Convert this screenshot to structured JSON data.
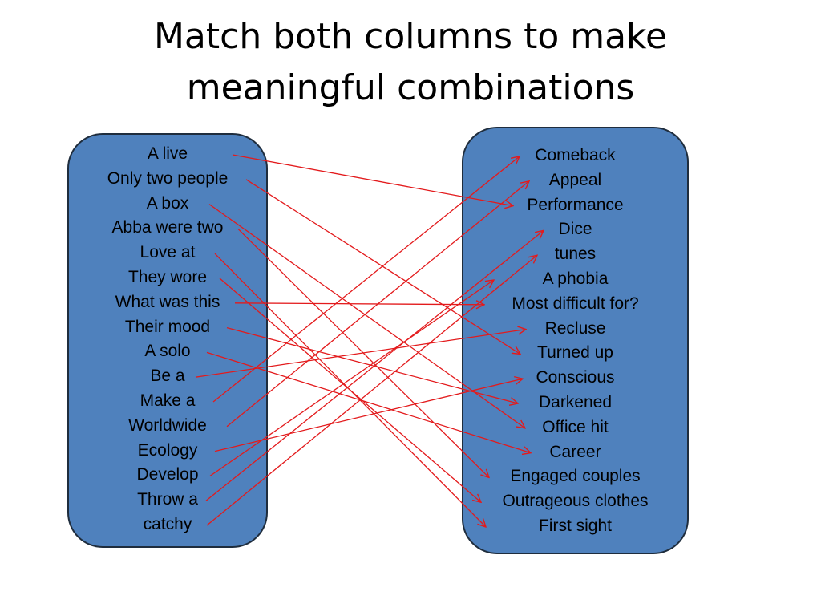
{
  "slide": {
    "title_lines": [
      "Match both columns to make",
      "meaningful combinations"
    ]
  },
  "left_column": {
    "items": [
      "A live",
      "Only two people",
      "A box",
      "Abba were two",
      "Love at",
      "They wore",
      "What was this",
      "Their mood",
      "A solo",
      "Be a",
      "Make a",
      "Worldwide",
      "Ecology",
      "Develop",
      "Throw a",
      "catchy"
    ]
  },
  "right_column": {
    "items": [
      "Comeback",
      "Appeal",
      "Performance",
      "Dice",
      "tunes",
      "A phobia",
      "Most difficult for?",
      "Recluse",
      "Turned up",
      "Conscious",
      "Darkened",
      "Office hit",
      "Career",
      "Engaged couples",
      "Outrageous clothes",
      "First sight"
    ]
  },
  "connections": [
    {
      "from": "A live",
      "to": "Performance"
    },
    {
      "from": "Only two people",
      "to": "Turned up"
    },
    {
      "from": "A box",
      "to": "Office hit"
    },
    {
      "from": "Abba were two",
      "to": "Engaged couples"
    },
    {
      "from": "Love at",
      "to": "First sight"
    },
    {
      "from": "They wore",
      "to": "Outrageous clothes"
    },
    {
      "from": "What was this",
      "to": "Most difficult for?"
    },
    {
      "from": "Their mood",
      "to": "Darkened"
    },
    {
      "from": "A solo",
      "to": "Career"
    },
    {
      "from": "Be a",
      "to": "Recluse"
    },
    {
      "from": "Make a",
      "to": "Comeback"
    },
    {
      "from": "Worldwide",
      "to": "Appeal"
    },
    {
      "from": "Ecology",
      "to": "Conscious"
    },
    {
      "from": "Develop",
      "to": "A phobia"
    },
    {
      "from": "Throw a",
      "to": "Dice"
    },
    {
      "from": "catchy",
      "to": "tunes"
    }
  ],
  "colors": {
    "panel_fill": "#4f81bd",
    "panel_border": "#1f2d3d",
    "line": "#e31a1c",
    "text": "#000000"
  }
}
